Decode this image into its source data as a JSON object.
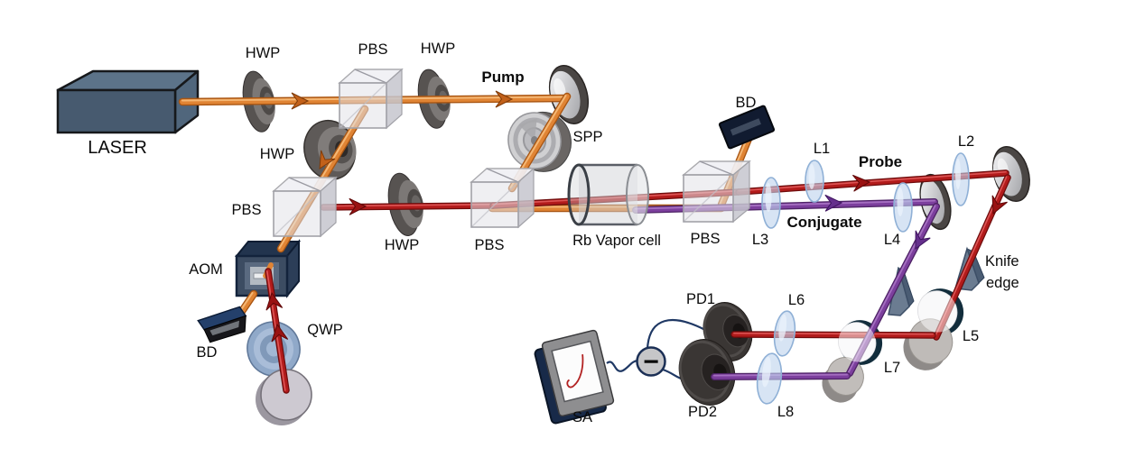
{
  "figure": {
    "type": "optical-experiment-diagram",
    "background": "#FFFFFF",
    "labels": {
      "laser": "LASER",
      "hwp_top": "HWP",
      "pbs_top": "PBS",
      "hwp_pump": "HWP",
      "pump": "Pump",
      "hwp_mid": "HWP",
      "pbs_mid": "PBS",
      "hwp_probe": "HWP",
      "pbs_probe": "PBS",
      "rb_cell": "Rb Vapor cell",
      "pbs_out": "PBS",
      "bd_top": "BD",
      "spp": "SPP",
      "aom": "AOM",
      "bd_bottom": "BD",
      "qwp": "QWP",
      "probe": "Probe",
      "conjugate": "Conjugate",
      "l1": "L1",
      "l2": "L2",
      "l3": "L3",
      "l4": "L4",
      "l5": "L5",
      "l6": "L6",
      "l7": "L7",
      "l8": "L8",
      "knife_line1": "Knife",
      "knife_line2": "edge",
      "pd1": "PD1",
      "pd2": "PD2",
      "sa": "SA",
      "minus": "−"
    },
    "colors": {
      "pump_beam": "#E08434",
      "probe_beam": "#B21B1B",
      "conjugate_beam": "#7C3F9D",
      "lens": "#C9DCF0",
      "wire": "#1F3864",
      "laser_box": "#4C6076"
    }
  }
}
